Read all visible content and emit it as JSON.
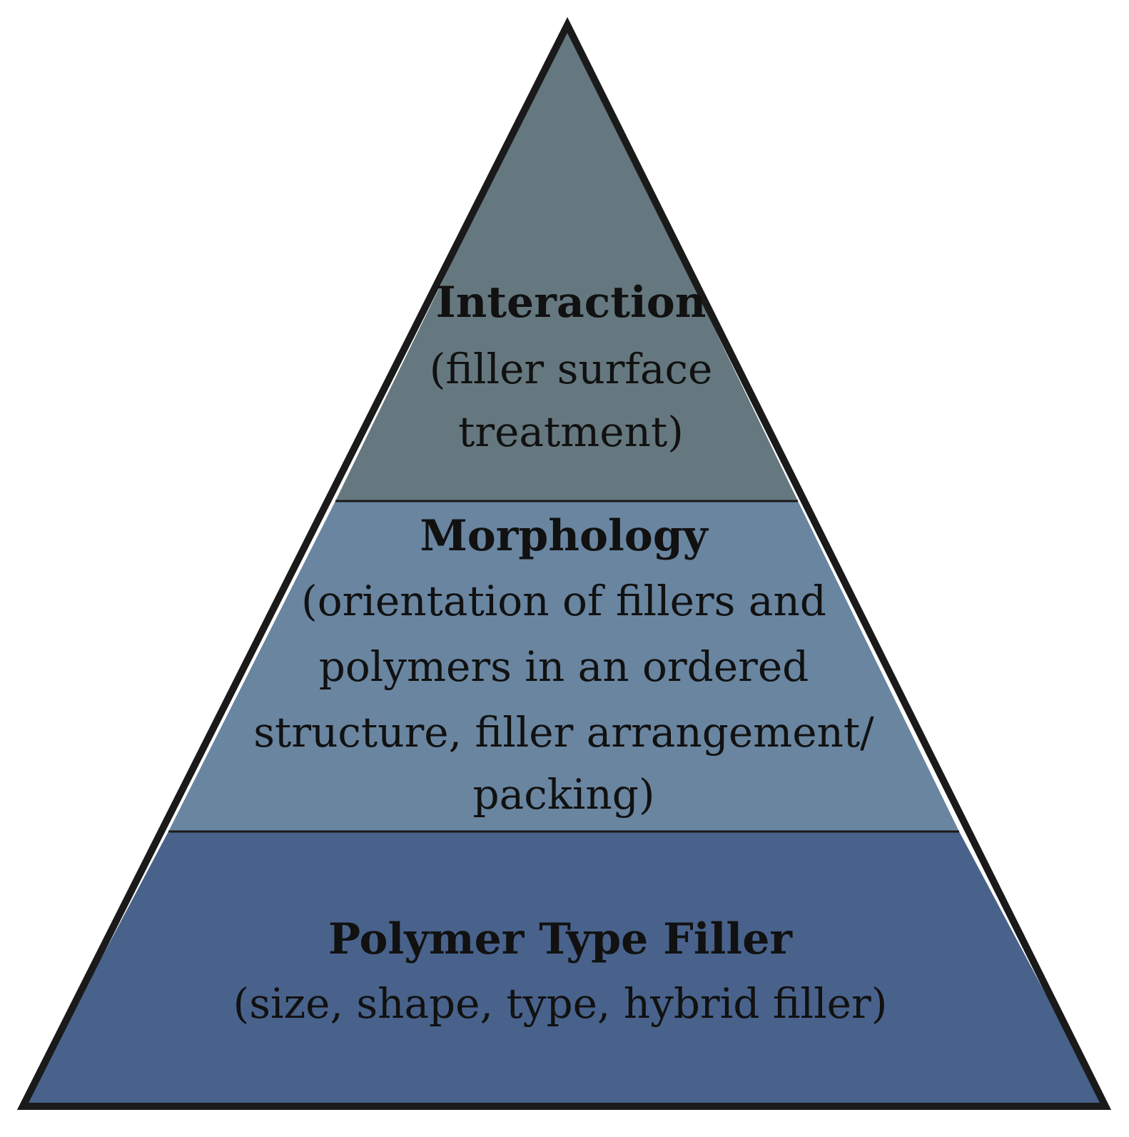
{
  "colors": {
    "top_tier": "#66787f",
    "middle_tier": "#6985a0",
    "bottom_tier": "#48628b",
    "outline": "#1a1a1a",
    "text": "#111111",
    "background": "#ffffff"
  },
  "tiers": [
    {
      "title": "Interaction",
      "lines": [
        "(filler surface",
        "treatment)"
      ]
    },
    {
      "title": "Morphology",
      "lines": [
        "(orientation of fillers and",
        "polymers in an ordered",
        "structure, filler arrangement/",
        "packing)"
      ]
    },
    {
      "title": "Polymer Type Filler",
      "lines": [
        "(size, shape, type, hybrid filler)"
      ]
    }
  ]
}
